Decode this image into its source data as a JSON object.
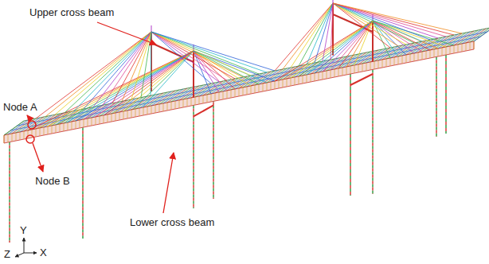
{
  "diagram": {
    "labels": [
      "Upper cross beam",
      "Node A",
      "Node B",
      "Lower cross beam",
      "Y",
      "Z",
      "X"
    ]
  }
}
